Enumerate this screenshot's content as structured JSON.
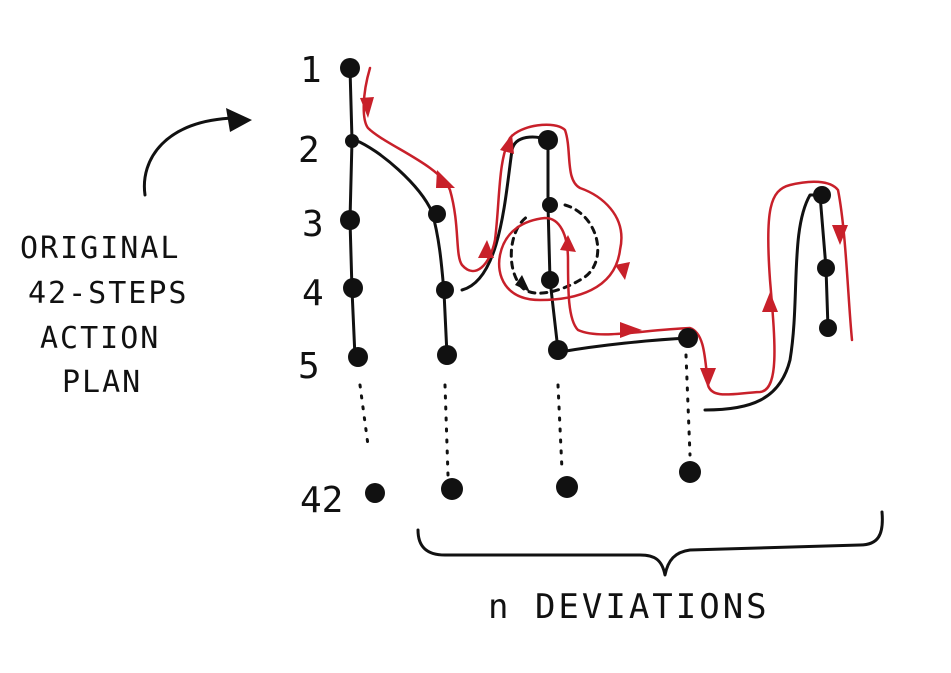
{
  "label_lines": [
    "ORIGINAL",
    "42-STEPS",
    "ACTION",
    "PLAN"
  ],
  "step_numbers": [
    "1",
    "2",
    "3",
    "4",
    "5",
    "42"
  ],
  "deviations_label": "n DEVIATIONS",
  "colors": {
    "ink": "#111111",
    "path": "#c8202a",
    "background": "#ffffff"
  },
  "icons": [
    "curved-arrow-icon",
    "brace-icon",
    "loop-arrow-icon"
  ]
}
